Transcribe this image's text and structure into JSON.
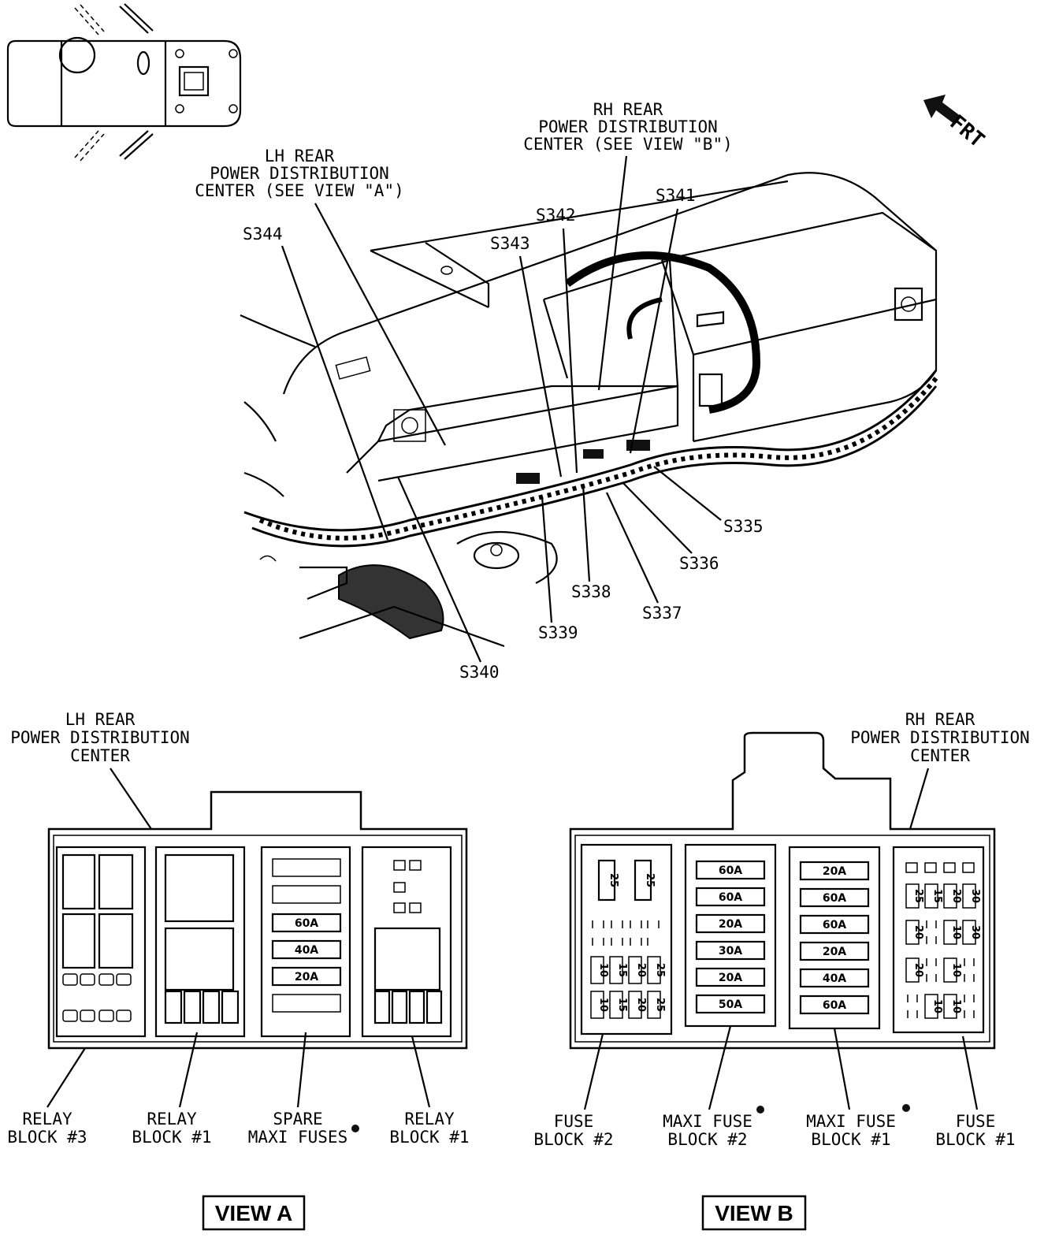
{
  "front_indicator": "FRT",
  "callouts": {
    "lh_center_top": [
      "LH REAR",
      "POWER DISTRIBUTION",
      "CENTER (SEE VIEW \"A\")"
    ],
    "rh_center_top": [
      "RH REAR",
      "POWER DISTRIBUTION",
      "CENTER (SEE VIEW \"B\")"
    ],
    "splices": [
      "S344",
      "S343",
      "S342",
      "S341",
      "S335",
      "S336",
      "S337",
      "S338",
      "S339",
      "S340"
    ]
  },
  "view_a": {
    "title": "VIEW A",
    "header": [
      "LH REAR",
      "POWER DISTRIBUTION",
      "CENTER"
    ],
    "maxi_fuses": [
      "60A",
      "40A",
      "20A"
    ],
    "labels": {
      "relay_block_3": [
        "RELAY",
        "BLOCK #3"
      ],
      "relay_block_1_left": [
        "RELAY",
        "BLOCK #1"
      ],
      "spare_maxi": [
        "SPARE",
        "MAXI FUSES"
      ],
      "relay_block_1_right": [
        "RELAY",
        "BLOCK #1"
      ]
    }
  },
  "view_b": {
    "title": "VIEW B",
    "header": [
      "RH REAR",
      "POWER DISTRIBUTION",
      "CENTER"
    ],
    "fuse_block_2": {
      "top": [
        "25",
        "25"
      ],
      "row3": [
        "10",
        "15",
        "20",
        "25"
      ],
      "row4": [
        "10",
        "15",
        "20",
        "25"
      ]
    },
    "maxi_block_2": [
      "60A",
      "60A",
      "20A",
      "30A",
      "20A",
      "50A"
    ],
    "maxi_block_1": [
      "20A",
      "60A",
      "60A",
      "20A",
      "40A",
      "60A"
    ],
    "fuse_block_1": {
      "row1": [
        "25",
        "15",
        "20",
        "30"
      ],
      "row2": [
        "20",
        "10",
        "30"
      ],
      "row3": [
        "20",
        "10"
      ],
      "row4": [
        "10",
        "10"
      ]
    },
    "labels": {
      "fuse_block_2": [
        "FUSE",
        "BLOCK #2"
      ],
      "maxi_fuse_block_2": [
        "MAXI FUSE",
        "BLOCK #2"
      ],
      "maxi_fuse_block_1": [
        "MAXI FUSE",
        "BLOCK #1"
      ],
      "fuse_block_1": [
        "FUSE",
        "BLOCK #1"
      ]
    }
  }
}
